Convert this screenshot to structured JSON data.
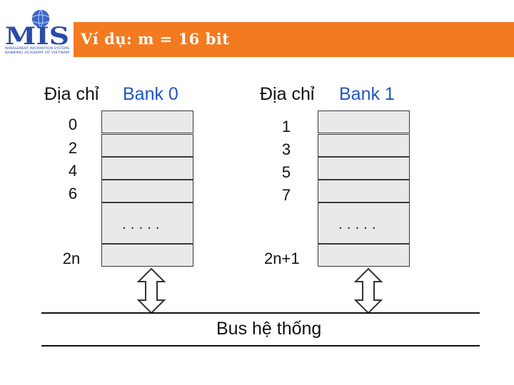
{
  "header": {
    "title": "Ví dụ: m = 16 bit",
    "logo": {
      "icon": "globe-icon",
      "text": "MIS",
      "line1": "MANAGEMENT INFORMATION SYSTEMS",
      "line2": "BANKING ACADEMY OF VIETNAM",
      "colors": {
        "text": "#2b4aa8",
        "globe": "#3b67c9"
      }
    },
    "bar_color": "#f47a20"
  },
  "diagram": {
    "left": {
      "address_label": "Địa chỉ",
      "bank_label": "Bank 0",
      "addresses": [
        "0",
        "2",
        "4",
        "6"
      ],
      "last_address": "2n",
      "dots": "....."
    },
    "right": {
      "address_label": "Địa chỉ",
      "bank_label": "Bank 1",
      "addresses": [
        "1",
        "3",
        "5",
        "7"
      ],
      "last_address": "2n+1",
      "dots": "....."
    },
    "bus_label": "Bus hệ thống",
    "colors": {
      "bank_label": "#1f56c4",
      "cell_fill": "#e9e9e9"
    }
  }
}
